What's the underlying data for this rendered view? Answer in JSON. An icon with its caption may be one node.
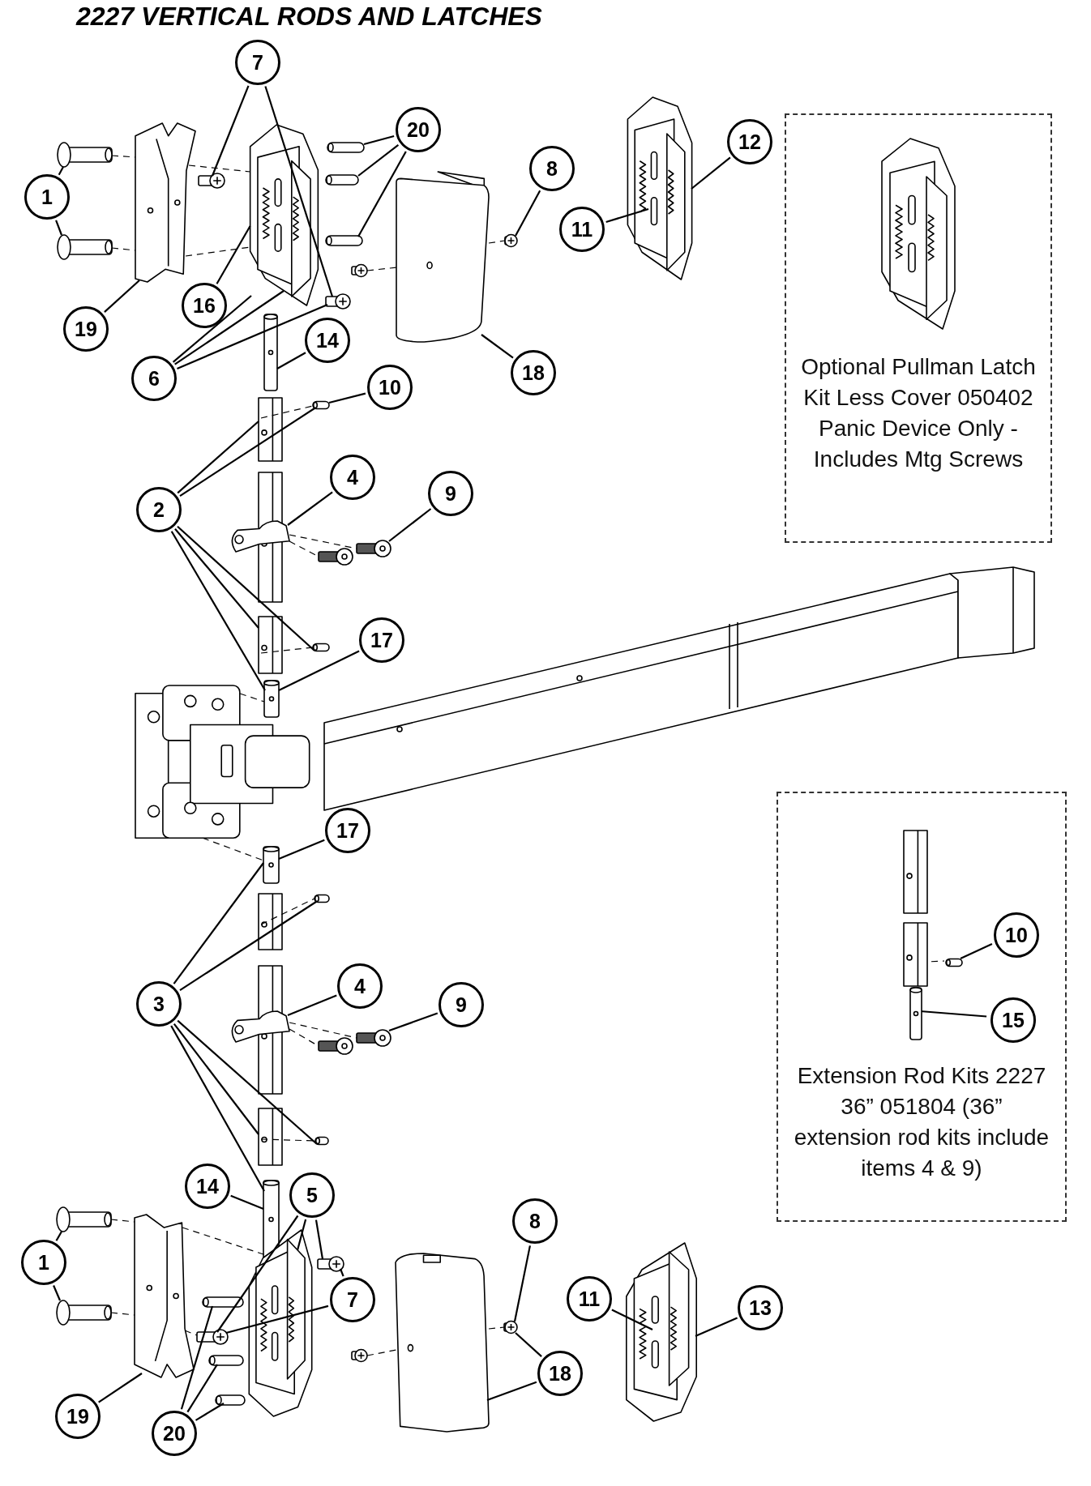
{
  "diagram": {
    "title": "2227 VERTICAL RODS AND LATCHES",
    "nodes": [
      {
        "text": [
          "7"
        ]
      },
      {
        "text": [
          "20"
        ]
      },
      {
        "text": [
          "Optional Pullman Latch Kit Less Cover 050402 Panic Device Only - Includes Mtg Screws"
        ]
      },
      {
        "text": [
          "12"
        ]
      },
      {
        "text": [
          "8"
        ]
      },
      {
        "text": [
          "1"
        ]
      },
      {
        "text": [
          "11"
        ]
      },
      {
        "text": [
          "16"
        ]
      },
      {
        "text": [
          "19"
        ]
      },
      {
        "text": [
          "14"
        ]
      },
      {
        "text": [
          "18"
        ]
      },
      {
        "text": [
          "6"
        ]
      },
      {
        "text": [
          "10"
        ]
      },
      {
        "text": [
          "4"
        ]
      },
      {
        "text": [
          "9"
        ]
      },
      {
        "text": [
          "2"
        ]
      },
      {
        "text": [
          "17"
        ]
      },
      {
        "text": [
          "Extension Rod Kits 2227 36” 051804 (36” extension rod kits include items 4 & 9)"
        ]
      },
      {
        "text": [
          "10"
        ],
        "in": 17
      },
      {
        "text": [
          "17"
        ]
      },
      {
        "text": [
          "4"
        ]
      },
      {
        "text": [
          "3"
        ]
      },
      {
        "text": [
          "9"
        ]
      },
      {
        "text": [
          "15"
        ],
        "in": 17
      },
      {
        "text": [
          "14"
        ]
      },
      {
        "text": [
          "5"
        ]
      },
      {
        "text": [
          "8"
        ]
      },
      {
        "text": [
          "1"
        ]
      },
      {
        "text": [
          "11"
        ]
      },
      {
        "text": [
          "7"
        ]
      },
      {
        "text": [
          "13"
        ]
      },
      {
        "text": [
          "18"
        ]
      },
      {
        "text": [
          "19"
        ]
      },
      {
        "text": [
          "20"
        ]
      },
      {
        "text": [],
        "shape": "picture"
      },
      {
        "text": [],
        "shape": "picture"
      },
      {
        "text": [],
        "shape": "picture"
      },
      {
        "text": [],
        "shape": "picture"
      },
      {
        "text": [],
        "shape": "picture"
      },
      {
        "text": [],
        "shape": "picture"
      },
      {
        "text": [],
        "shape": "picture"
      },
      {
        "text": [],
        "shape": "picture"
      },
      {
        "text": [],
        "shape": "picture"
      },
      {
        "text": [],
        "shape": "picture"
      },
      {
        "text": [],
        "shape": "picture"
      },
      {
        "text": [],
        "shape": "picture"
      },
      {
        "text": [],
        "shape": "picture"
      },
      {
        "text": [],
        "shape": "picture"
      },
      {
        "text": [],
        "shape": "picture"
      },
      {
        "text": [],
        "shape": "picture"
      },
      {
        "text": [],
        "shape": "picture"
      },
      {
        "text": [],
        "shape": "picture"
      },
      {
        "text": [],
        "shape": "picture"
      },
      {
        "text": [],
        "shape": "picture"
      },
      {
        "text": [],
        "shape": "picture"
      },
      {
        "text": [],
        "shape": "picture"
      },
      {
        "text": [],
        "shape": "picture"
      },
      {
        "text": [],
        "shape": "picture"
      },
      {
        "text": [],
        "shape": "picture"
      },
      {
        "text": [],
        "shape": "picture"
      },
      {
        "text": [],
        "shape": "picture"
      },
      {
        "text": [],
        "shape": "picture"
      },
      {
        "text": [],
        "shape": "picture"
      },
      {
        "text": [],
        "shape": "picture"
      },
      {
        "text": [],
        "shape": "picture"
      },
      {
        "text": [],
        "shape": "picture"
      },
      {
        "text": [],
        "shape": "picture"
      },
      {
        "text": [],
        "shape": "picture"
      },
      {
        "text": [],
        "shape": "picture"
      },
      {
        "text": [],
        "shape": "picture"
      },
      {
        "text": [],
        "shape": "picture"
      },
      {
        "text": [],
        "shape": "picture"
      },
      {
        "text": [],
        "shape": "picture"
      },
      {
        "text": [],
        "shape": "picture"
      },
      {
        "text": [],
        "shape": "picture"
      },
      {
        "text": [],
        "shape": "picture"
      },
      {
        "text": [],
        "shape": "picture"
      },
      {
        "text": [],
        "shape": "picture"
      },
      {
        "text": [],
        "shape": "picture"
      },
      {
        "text": [],
        "shape": "picture",
        "in": 17
      },
      {
        "text": [],
        "shape": "picture",
        "in": 17
      },
      {
        "text": [],
        "shape": "picture",
        "in": 17
      }
    ],
    "edges": [
      {
        "from": 0,
        "to": 36,
        "arrow": "none"
      },
      {
        "from": 0,
        "to": 46,
        "arrow": "none"
      },
      {
        "from": 1,
        "to": 38,
        "arrow": "none"
      },
      {
        "from": 1,
        "to": 39,
        "arrow": "none"
      },
      {
        "from": 1,
        "to": 40,
        "arrow": "none"
      },
      {
        "from": 3,
        "to": 41,
        "arrow": "none"
      },
      {
        "from": 4,
        "to": 42,
        "arrow": "none"
      },
      {
        "from": 5,
        "to": 34,
        "arrow": "none"
      },
      {
        "from": 5,
        "to": 45,
        "arrow": "none"
      },
      {
        "from": 6,
        "to": 41,
        "arrow": "none"
      },
      {
        "from": 7,
        "to": 37,
        "arrow": "none"
      },
      {
        "from": 8,
        "to": 35,
        "arrow": "none"
      },
      {
        "from": 9,
        "to": 47,
        "arrow": "none"
      },
      {
        "from": 10,
        "to": 43,
        "arrow": "none"
      },
      {
        "from": 11,
        "to": 37,
        "arrow": "none"
      },
      {
        "from": 11,
        "to": 37,
        "arrow": "none"
      },
      {
        "from": 11,
        "to": 46,
        "arrow": "none"
      },
      {
        "from": 12,
        "to": 49,
        "arrow": "none"
      },
      {
        "from": 13,
        "to": 50,
        "arrow": "none"
      },
      {
        "from": 14,
        "to": 52,
        "arrow": "none"
      },
      {
        "from": 15,
        "to": 48,
        "arrow": "none"
      },
      {
        "from": 15,
        "to": 49,
        "arrow": "none"
      },
      {
        "from": 15,
        "to": 53,
        "arrow": "none"
      },
      {
        "from": 15,
        "to": 54,
        "arrow": "none"
      },
      {
        "from": 15,
        "to": 55,
        "arrow": "none"
      },
      {
        "from": 16,
        "to": 55,
        "arrow": "none"
      },
      {
        "from": 18,
        "to": 80,
        "arrow": "none"
      },
      {
        "from": 19,
        "to": 57,
        "arrow": "none"
      },
      {
        "from": 20,
        "to": 60,
        "arrow": "none"
      },
      {
        "from": 21,
        "to": 57,
        "arrow": "none"
      },
      {
        "from": 21,
        "to": 59,
        "arrow": "none"
      },
      {
        "from": 21,
        "to": 63,
        "arrow": "none"
      },
      {
        "from": 21,
        "to": 64,
        "arrow": "none"
      },
      {
        "from": 21,
        "to": 65,
        "arrow": "none"
      },
      {
        "from": 22,
        "to": 62,
        "arrow": "none"
      },
      {
        "from": 23,
        "to": 81,
        "arrow": "none"
      },
      {
        "from": 24,
        "to": 65,
        "arrow": "none"
      },
      {
        "from": 25,
        "to": 69,
        "arrow": "none"
      },
      {
        "from": 25,
        "to": 68,
        "arrow": "none"
      },
      {
        "from": 25,
        "to": 71,
        "arrow": "none"
      },
      {
        "from": 26,
        "to": 76,
        "arrow": "none"
      },
      {
        "from": 27,
        "to": 66,
        "arrow": "none"
      },
      {
        "from": 27,
        "to": 72,
        "arrow": "none"
      },
      {
        "from": 28,
        "to": 78,
        "arrow": "none"
      },
      {
        "from": 29,
        "to": 68,
        "arrow": "none"
      },
      {
        "from": 29,
        "to": 71,
        "arrow": "none"
      },
      {
        "from": 30,
        "to": 78,
        "arrow": "none"
      },
      {
        "from": 31,
        "to": 76,
        "arrow": "none"
      },
      {
        "from": 31,
        "to": 74,
        "arrow": "none"
      },
      {
        "from": 32,
        "to": 67,
        "arrow": "none"
      },
      {
        "from": 33,
        "to": 70,
        "arrow": "none"
      },
      {
        "from": 33,
        "to": 73,
        "arrow": "none"
      },
      {
        "from": 33,
        "to": 77,
        "arrow": "none"
      },
      {
        "from": 34,
        "to": 35,
        "arrow": "none",
        "style": "dashed"
      },
      {
        "from": 45,
        "to": 35,
        "arrow": "none",
        "style": "dashed"
      },
      {
        "from": 44,
        "to": 43,
        "arrow": "none",
        "style": "dashed"
      },
      {
        "from": 43,
        "to": 42,
        "arrow": "none",
        "style": "dashed"
      },
      {
        "from": 48,
        "to": 49,
        "arrow": "none",
        "style": "dashed"
      },
      {
        "from": 50,
        "to": 51,
        "arrow": "none",
        "style": "dashed"
      },
      {
        "from": 50,
        "to": 52,
        "arrow": "none",
        "style": "dashed"
      },
      {
        "from": 53,
        "to": 54,
        "arrow": "none",
        "style": "dashed"
      },
      {
        "from": 56,
        "to": 55,
        "arrow": "none",
        "style": "dashed"
      },
      {
        "from": 56,
        "to": 57,
        "arrow": "none",
        "style": "dashed"
      },
      {
        "from": 58,
        "to": 59,
        "arrow": "none",
        "style": "dashed"
      },
      {
        "from": 60,
        "to": 61,
        "arrow": "none",
        "style": "dashed"
      },
      {
        "from": 60,
        "to": 62,
        "arrow": "none",
        "style": "dashed"
      },
      {
        "from": 63,
        "to": 64,
        "arrow": "none",
        "style": "dashed"
      },
      {
        "from": 66,
        "to": 67,
        "arrow": "none",
        "style": "dashed"
      },
      {
        "from": 72,
        "to": 67,
        "arrow": "none",
        "style": "dashed"
      },
      {
        "from": 75,
        "to": 74,
        "arrow": "none",
        "style": "dashed"
      },
      {
        "from": 74,
        "to": 76,
        "arrow": "none",
        "style": "dashed"
      },
      {
        "from": 79,
        "to": 80,
        "arrow": "none",
        "style": "dashed"
      },
      {
        "from": 35,
        "to": 37,
        "arrow": "none",
        "style": "dashed"
      },
      {
        "from": 35,
        "to": 37,
        "arrow": "none",
        "style": "dashed"
      },
      {
        "from": 67,
        "to": 69,
        "arrow": "none",
        "style": "dashed"
      },
      {
        "from": 67,
        "to": 71,
        "arrow": "none",
        "style": "dashed"
      }
    ]
  }
}
